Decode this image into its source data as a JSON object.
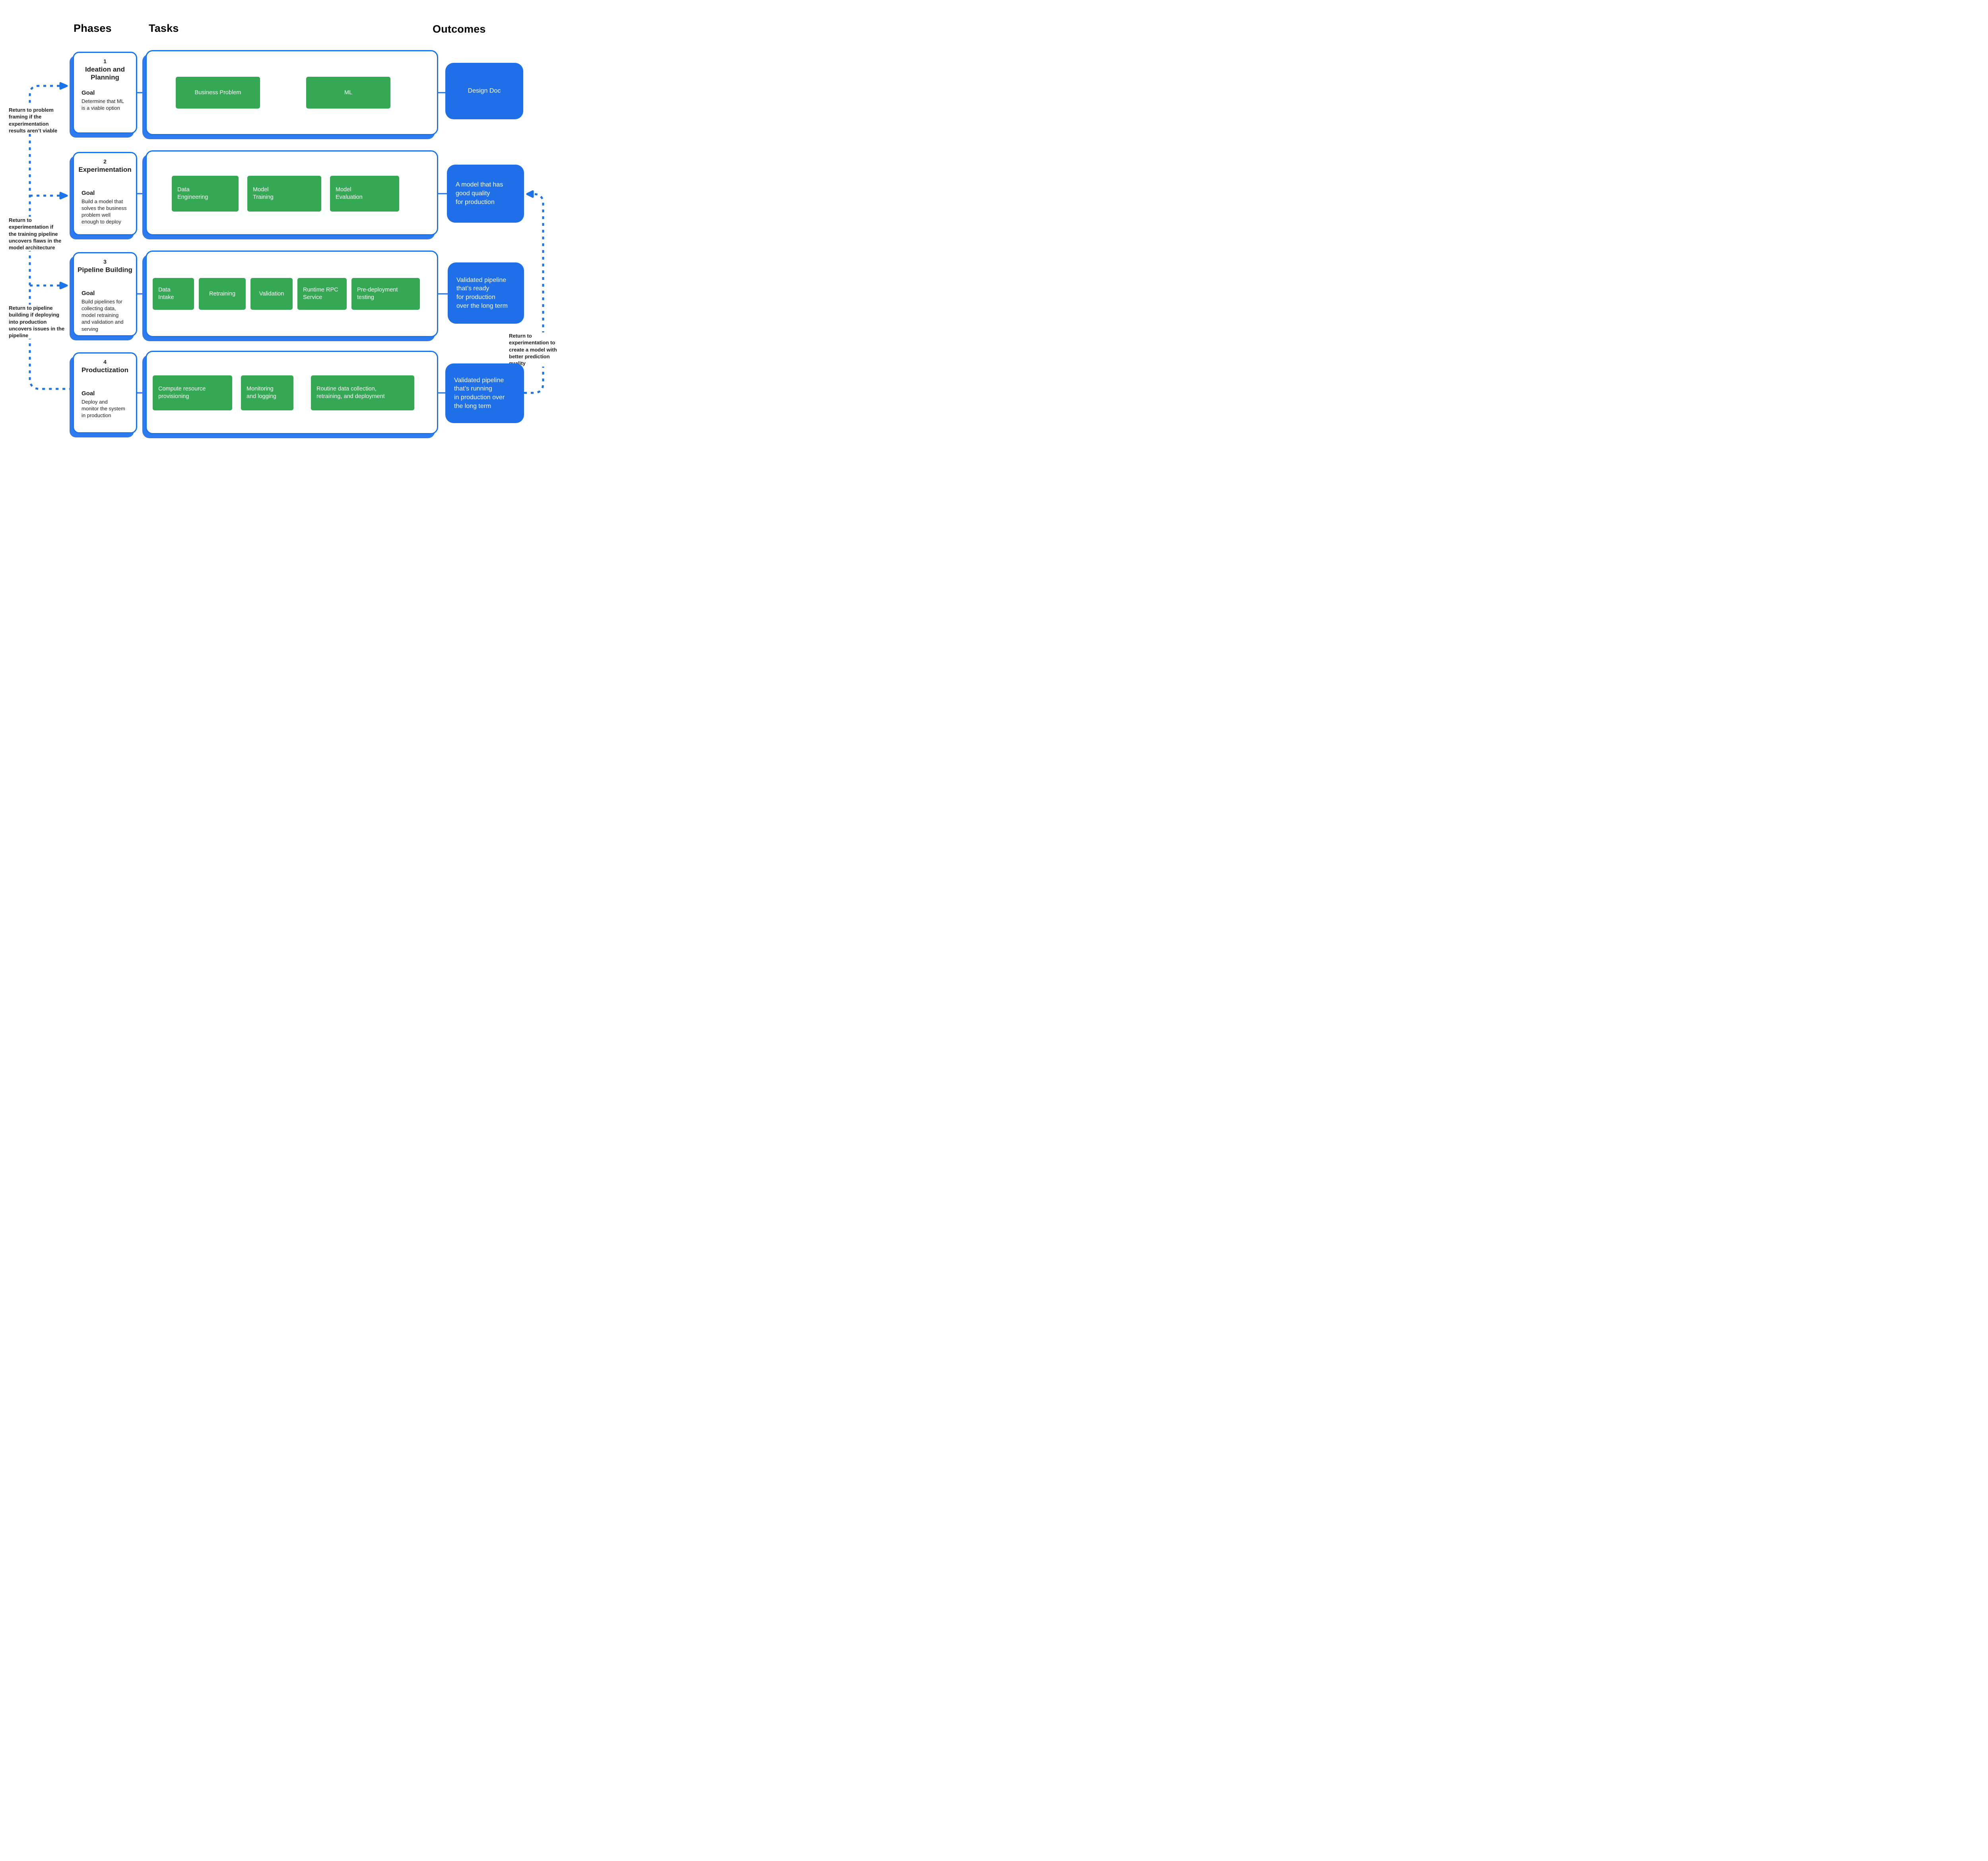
{
  "headers": {
    "phases": "Phases",
    "tasks": "Tasks",
    "outcomes": "Outcomes"
  },
  "phases": [
    {
      "number": "1",
      "title": "Ideation and\nPlanning",
      "goal_label": "Goal",
      "goal": "Determine that ML\nis a viable option",
      "tasks": [
        "Business Problem",
        "ML"
      ],
      "outcome": "Design Doc"
    },
    {
      "number": "2",
      "title": "Experimentation",
      "goal_label": "Goal",
      "goal": "Build a model that\nsolves the business\nproblem well\nenough to deploy",
      "tasks": [
        "Data\nEngineering",
        "Model\nTraining",
        "Model\nEvaluation"
      ],
      "outcome": "A model that has\ngood quality\nfor production"
    },
    {
      "number": "3",
      "title": "Pipeline Building",
      "goal_label": "Goal",
      "goal": "Build pipelines for\ncollecting data,\nmodel retraining\nand validation and\nserving",
      "tasks": [
        "Data\nIntake",
        "Retraining",
        "Validation",
        "Runtime RPC\nService",
        "Pre-deployment\ntesting"
      ],
      "outcome": "Validated pipeline\nthat’s ready\nfor production\nover the long term"
    },
    {
      "number": "4",
      "title": "Productization",
      "goal_label": "Goal",
      "goal": "Deploy and\nmonitor the system\nin production",
      "tasks": [
        "Compute  resource\nprovisioning",
        "Monitoring\nand logging",
        "Routine data collection,\nretraining, and deployment"
      ],
      "outcome": "Validated pipeline\nthat’s running\nin production over\nthe long term"
    }
  ],
  "feedback": {
    "left_notes": [
      "Return to problem\nframing if the\nexperimentation\nresults aren’t viable",
      "Return to\nexperimentation if\nthe training pipeline\nuncovers flaws in the\nmodel architecture",
      "Return to pipeline\nbuilding if deploying\ninto production\nuncovers issues in the\npipeline"
    ],
    "right_note": "Return to\nexperimentation to\ncreate a model with\nbetter prediction\nquality"
  },
  "colors": {
    "blue": "#1a73e8",
    "blue_shadow": "#2e7bf0",
    "blue_fill": "#1e6fe8",
    "green": "#34a853",
    "text_black": "#1f1f1f"
  }
}
